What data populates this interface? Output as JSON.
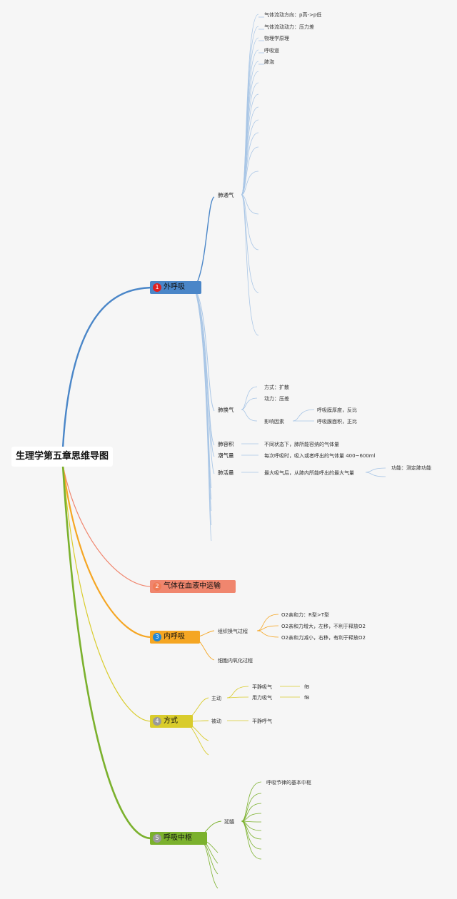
{
  "root": {
    "title": "生理学第五章思维导图"
  },
  "colors": {
    "blue": "#4a86c8",
    "salmon": "#f0866e",
    "orange": "#f5a623",
    "yellow": "#d9cc2c",
    "green": "#7bb12d",
    "light_blue": "#a9c6e6"
  },
  "topics": [
    {
      "label": "外呼吸",
      "badge": "1",
      "badge_color": "#e02020"
    },
    {
      "label": "气体在血液中运输",
      "badge": "2",
      "badge_color": "#f07a55"
    },
    {
      "label": "内呼吸",
      "badge": "3",
      "badge_color": "#1f86d6"
    },
    {
      "label": "方式",
      "badge": "4",
      "badge_color": "#9a9a9a"
    },
    {
      "label": "呼吸中枢",
      "badge": "5",
      "badge_color": "#9a9a9a"
    }
  ],
  "outer": {
    "ventilation": {
      "label": "肺通气",
      "items": [
        "气体流动方向：p高->p低",
        "气体流动动力：压力差",
        "物理学原理",
        "呼吸道",
        "肺泡"
      ]
    },
    "exchange": {
      "label": "肺换气",
      "items": [
        "方式：扩散",
        "动力：压差"
      ],
      "factor": {
        "label": "影响因素",
        "items": [
          "呼吸膜厚度，反比",
          "呼吸膜面积，正比"
        ]
      }
    },
    "capacity": {
      "label": "肺容积",
      "desc": "不同状态下，肺所能容纳的气体量"
    },
    "tidal": {
      "label": "潮气量",
      "desc": "每次呼吸时，吸入或者呼出的气体量 400~600ml"
    },
    "vital": {
      "label": "肺活量",
      "desc": "最大吸气后，从肺内所能呼出的最大气量",
      "function": "功能：测定肺功能"
    }
  },
  "inner": {
    "tissue": {
      "label": "组织换气过程",
      "items": [
        "O2亲和力：R型>T型",
        "O2亲和力增大，左移，不利于释放O2",
        "O2亲和力减小，右移，有利于释放O2"
      ]
    },
    "cell": {
      "label": "细胞内氧化过程"
    }
  },
  "mode": {
    "active": {
      "label": "主动",
      "items": [
        {
          "label": "平静吸气",
          "tag": "fB"
        },
        {
          "label": "用力吸气",
          "tag": "fB"
        }
      ]
    },
    "passive": {
      "label": "被动",
      "items": [
        "平静呼气"
      ]
    }
  },
  "center": {
    "medulla": {
      "label": "延髓",
      "items": [
        "呼吸节律的基本中枢"
      ]
    }
  }
}
